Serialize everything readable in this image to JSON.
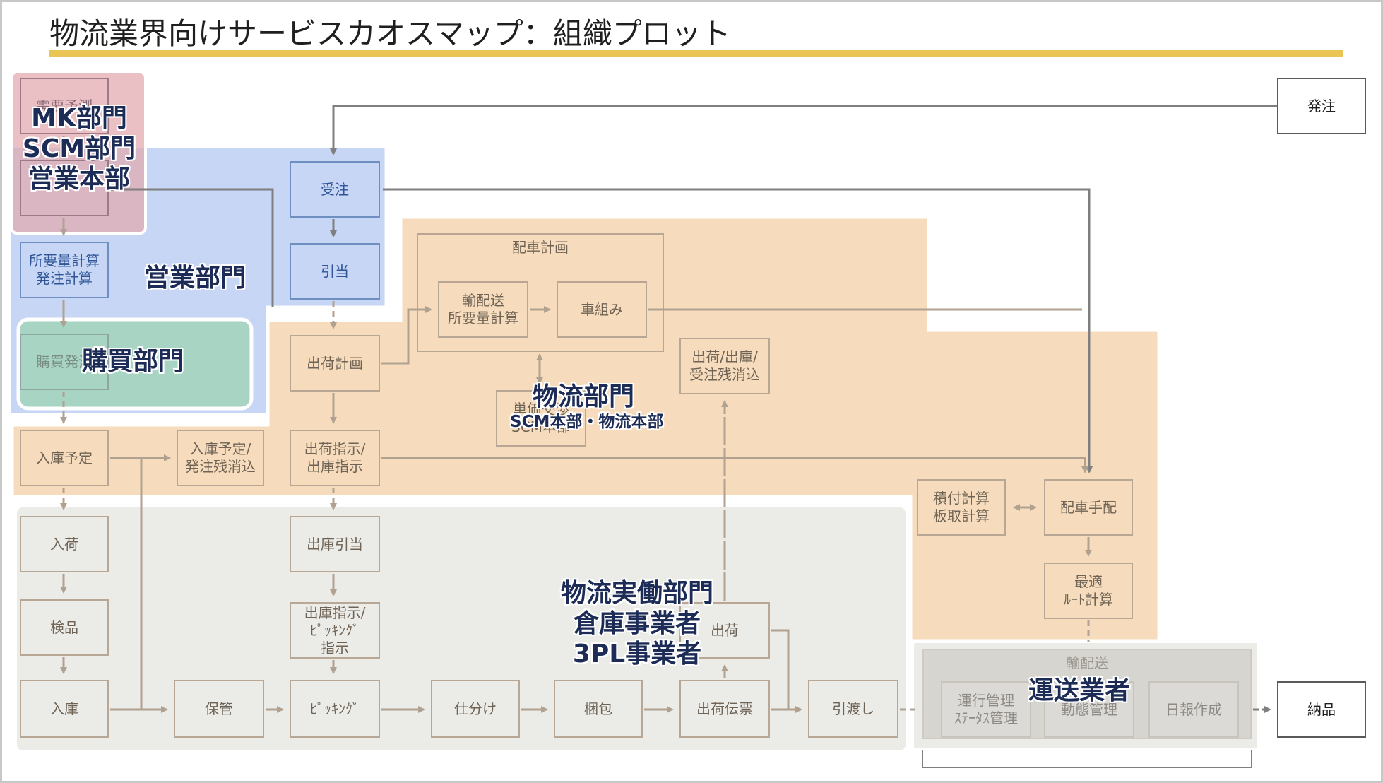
{
  "title": "物流業界向けサービスカオスマップ：組織プロット",
  "colors": {
    "accent_rule": "#eac454",
    "sales_zone": "#c6d6f4",
    "logistics_zone": "#f6dcbc",
    "operations_zone": "#ebebe8",
    "mk_zone": "#eebfc4",
    "purchasing_zone": "#a8d4c4",
    "flow_gray": "#7f7f7f",
    "flow_tan": "#b0a190",
    "org_label": "#1d2c56"
  },
  "orgs": {
    "mk_lines": [
      "MK部門",
      "SCM部門",
      "営業本部"
    ],
    "sales": "営業部門",
    "purchasing": "購買部門",
    "logistics_main": "物流部門",
    "logistics_sub": "SCM本部・物流本部",
    "operations_lines": [
      "物流実働部門",
      "倉庫事業者",
      "3PL事業者"
    ],
    "carrier": "運送業者"
  },
  "nodes": {
    "demand_forecast": "需要予測",
    "mk_box2": "",
    "requirement_calc": [
      "所要量計算",
      "発注計算"
    ],
    "purchase_order": "購買発注",
    "receiving_schedule": "入庫予定",
    "receipt_reconcile": [
      "入庫予定/",
      "発注残消込"
    ],
    "arrival": "入荷",
    "inspection": "検品",
    "put_away": "入庫",
    "storage": "保管",
    "order_received": "受注",
    "allocation": "引当",
    "shipping_plan": "出荷計画",
    "shipping_instruction": [
      "出荷指示/",
      "出庫指示"
    ],
    "stock_allocation": "出庫引当",
    "picking_instruction": [
      "出庫指示/",
      "ﾋﾟｯｷﾝｸﾞ",
      "指示"
    ],
    "picking": "ﾋﾟｯｷﾝｸﾞ",
    "sorting": "仕分け",
    "packing": "梱包",
    "shipping_slip": "出荷伝票",
    "shipment": "出荷",
    "handover": "引渡し",
    "dispatch_plan_group": "配車計画",
    "transport_requirement": [
      "輸配送",
      "所要量計算"
    ],
    "vehicle_assembly": "車組み",
    "unit_price": [
      "単価交渉",
      "SCM本部"
    ],
    "shipment_reconcile": [
      "出荷/出庫/",
      "受注残消込"
    ],
    "load_calc": [
      "積付計算",
      "板取計算"
    ],
    "dispatch_arrangement": "配車手配",
    "optimal_route": [
      "最適",
      "ﾙｰﾄ計算"
    ],
    "transport_group": "輸配送",
    "operation_management": [
      "運行管理",
      "ｽﾃｰﾀｽ管理"
    ],
    "vehicle_tracking": "動態管理",
    "daily_report": "日報作成",
    "external_order": "発注",
    "delivery": "納品"
  }
}
